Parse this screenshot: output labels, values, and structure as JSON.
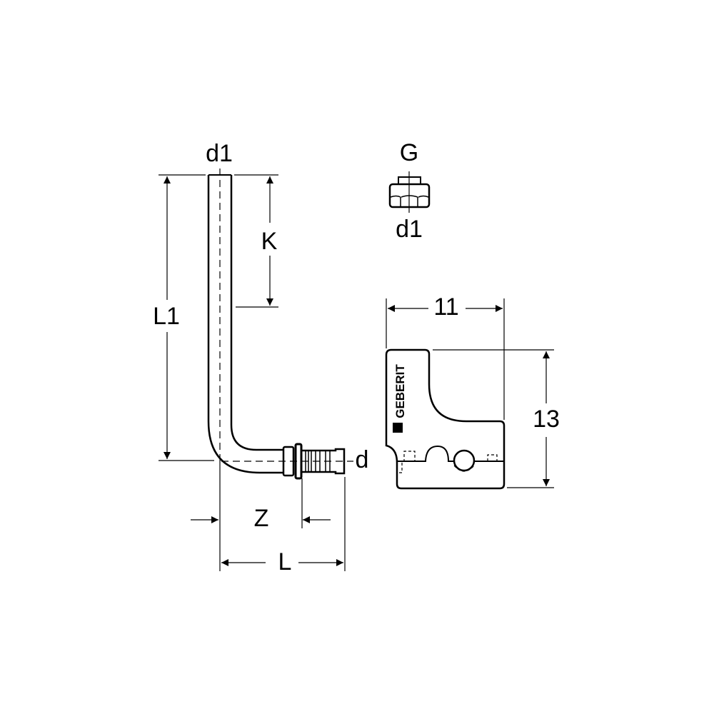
{
  "labels": {
    "pipe_d1": "d1",
    "K": "K",
    "L1": "L1",
    "d": "d",
    "Z": "Z",
    "L": "L",
    "nut_G": "G",
    "nut_d1": "d1",
    "plate_width": "11",
    "plate_height": "13"
  },
  "logo": {
    "text": "GEBERIT"
  },
  "colors": {
    "line": "#000000",
    "background": "#ffffff"
  }
}
